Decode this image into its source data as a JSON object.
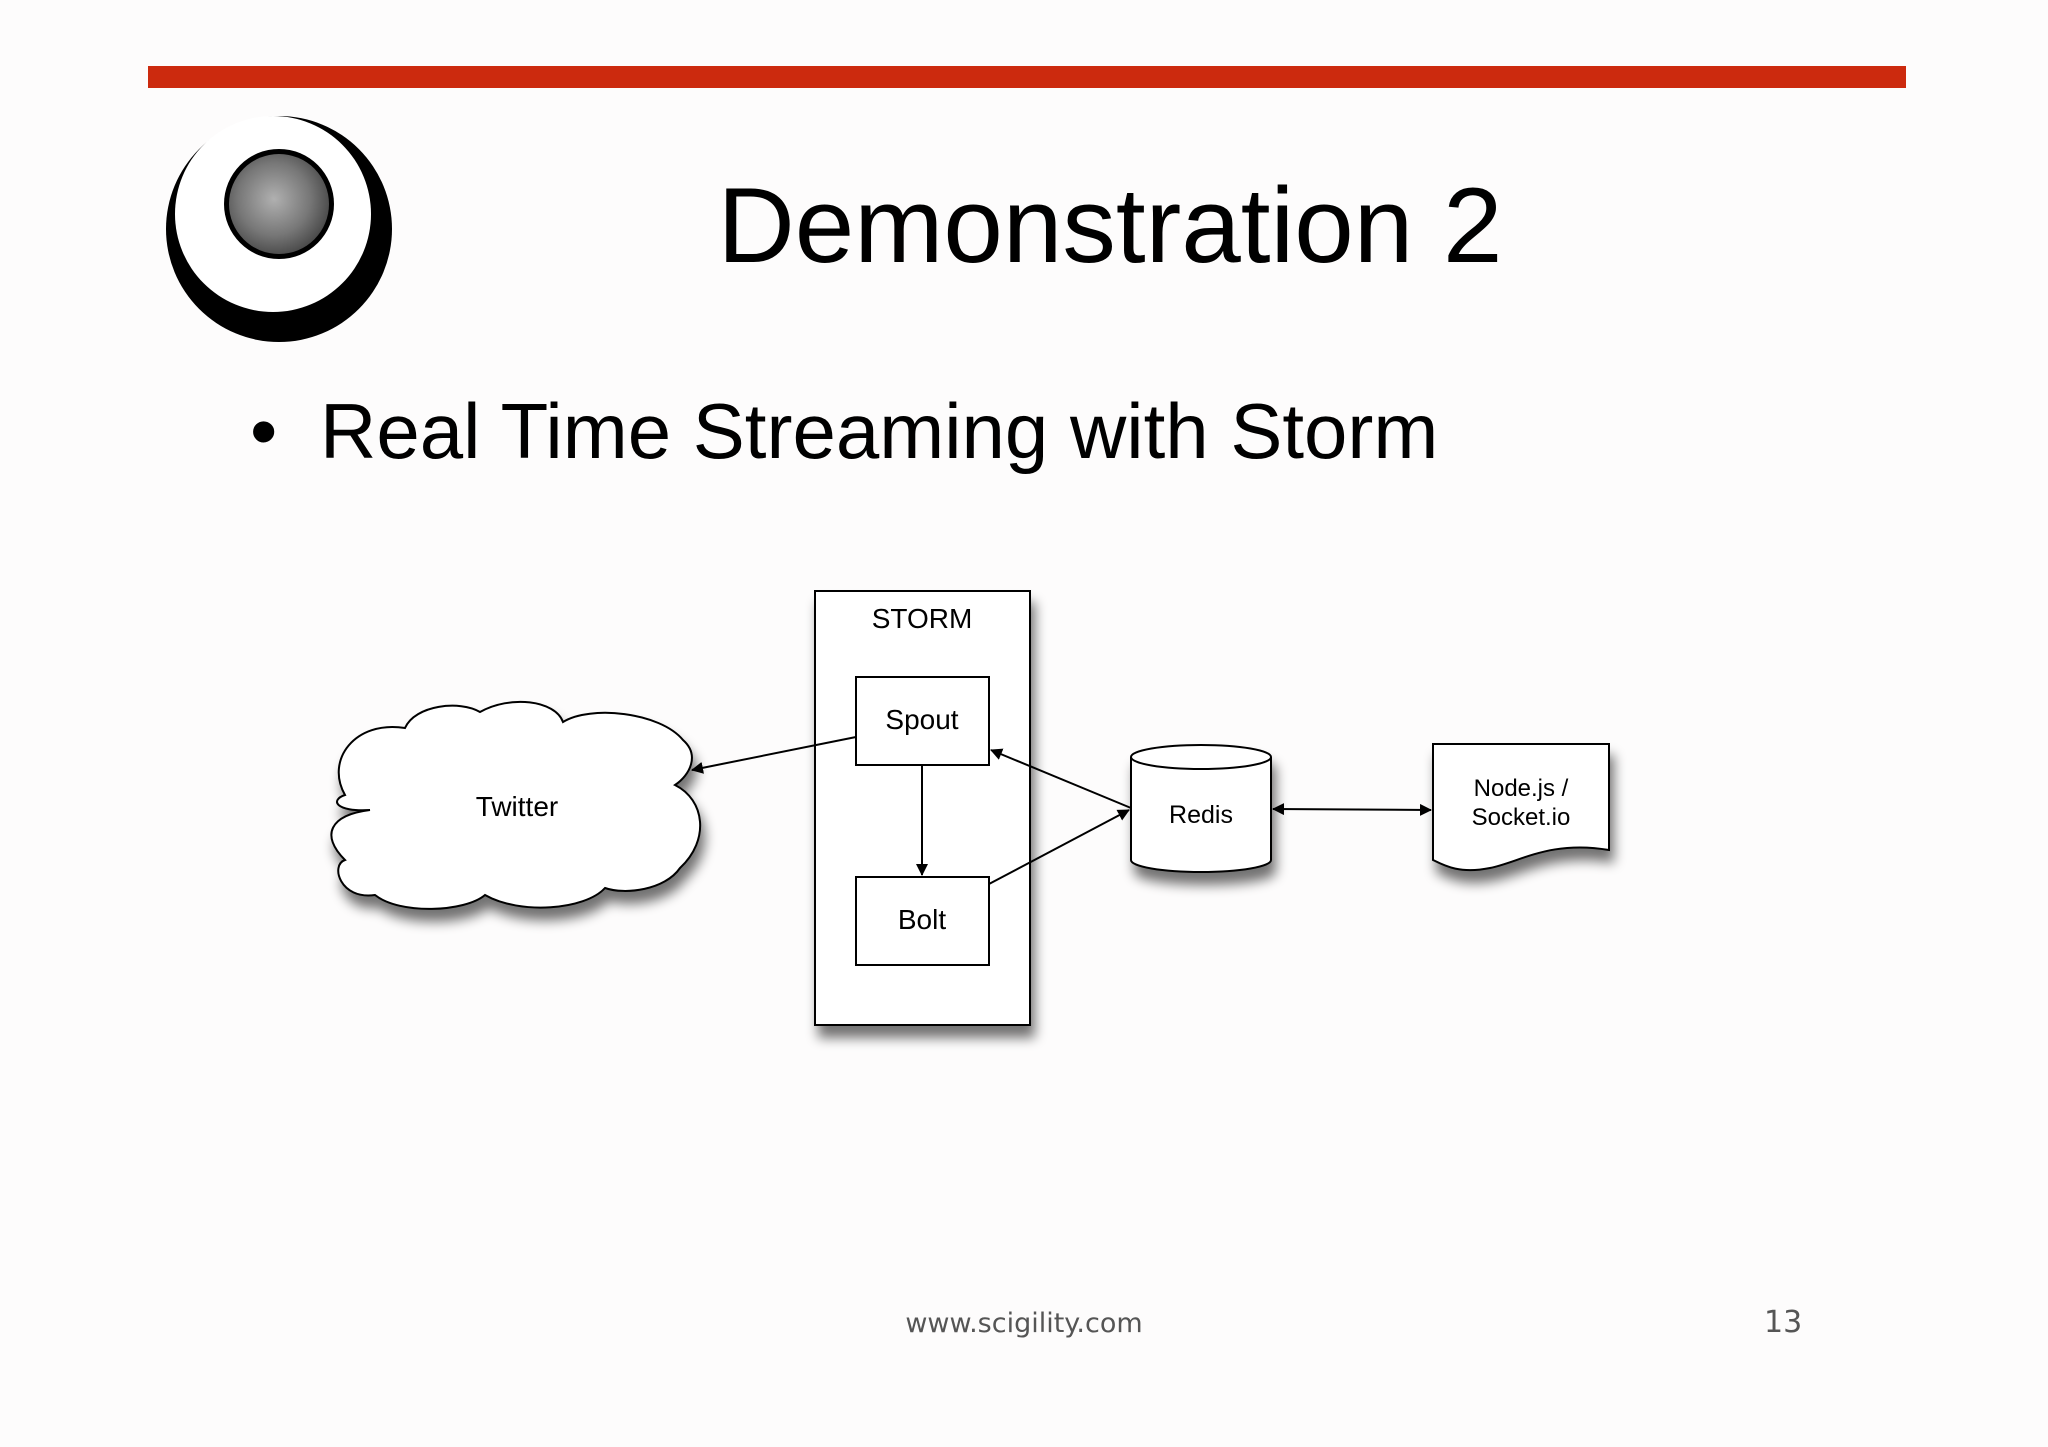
{
  "slide": {
    "title": "Demonstration 2",
    "bullet_marker": "•",
    "bullet_text": "Real Time Streaming with Storm",
    "accent_color": "#cc2a0e"
  },
  "diagram": {
    "container": {
      "label": "STORM"
    },
    "nodes": {
      "spout": {
        "label": "Spout"
      },
      "bolt": {
        "label": "Bolt"
      },
      "twitter": {
        "label": "Twitter"
      },
      "redis": {
        "label": "Redis"
      },
      "nodejs": {
        "line1": "Node.js /",
        "line2": "Socket.io"
      }
    },
    "edges": [
      {
        "from": "spout",
        "to": "twitter",
        "direction": "single"
      },
      {
        "from": "spout",
        "to": "bolt",
        "direction": "single"
      },
      {
        "from": "redis",
        "to": "spout",
        "direction": "single"
      },
      {
        "from": "bolt",
        "to": "redis",
        "direction": "single"
      },
      {
        "from": "redis",
        "to": "nodejs",
        "direction": "both"
      }
    ]
  },
  "footer": {
    "url": "www.scigility.com",
    "page_number": "13"
  },
  "icons": {
    "logo": "target-ring-logo-icon"
  }
}
